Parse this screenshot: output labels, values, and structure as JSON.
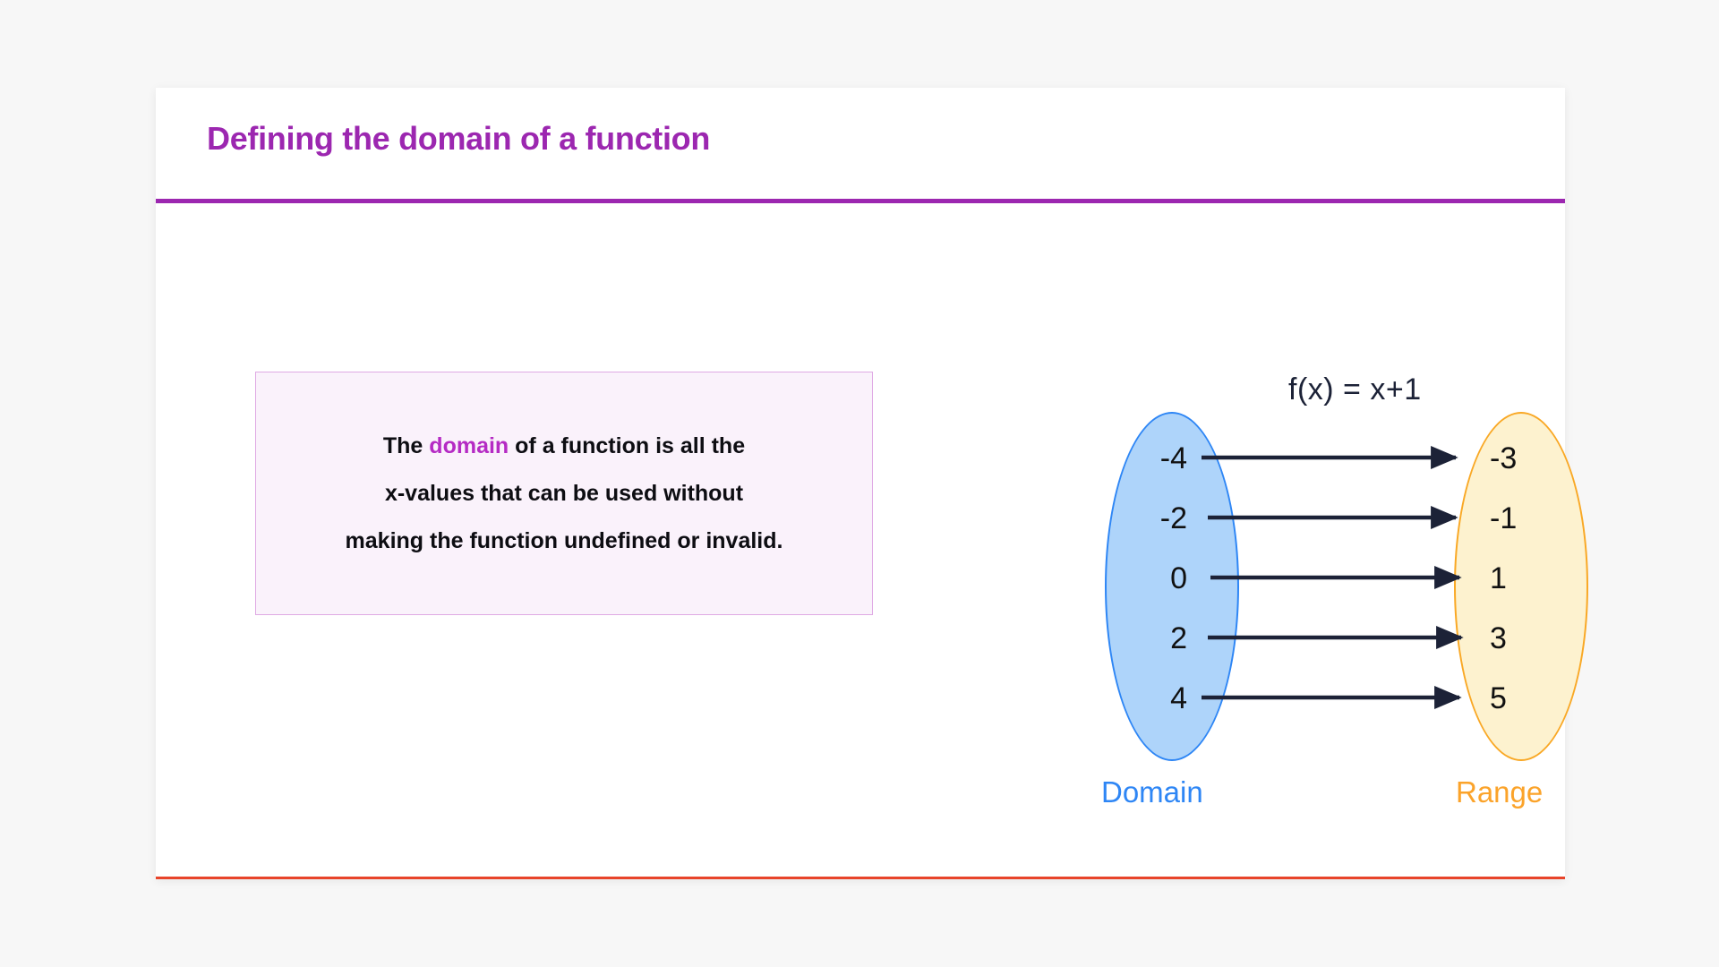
{
  "slide": {
    "title": "Defining the domain of a function",
    "title_color": "#9c27b0",
    "accent_rule_color": "#9c27b0",
    "bottom_rule_color": "#e8442a",
    "card_background": "#ffffff",
    "page_background": "#f7f7f7"
  },
  "definition": {
    "lines": [
      {
        "pre": "The ",
        "keyword": "domain",
        "post": " of a function is all the"
      },
      {
        "pre": "",
        "keyword": "",
        "post": "x-values that can be used without"
      },
      {
        "pre": "",
        "keyword": "",
        "post": "making the function undefined or invalid."
      }
    ],
    "keyword_color": "#b52bc4",
    "text_color": "#0d0d12",
    "box_background": "#faf2fb",
    "box_border_color": "#dfa9e4"
  },
  "diagram": {
    "function_label": "f(x) = x+1",
    "function_label_color": "#1c2237",
    "arrow_color": "#1c2237",
    "domain": {
      "label": "Domain",
      "label_color": "#2e86f5",
      "fill": "#aed4fa",
      "stroke": "#2e86f5",
      "values": [
        "-4",
        "-2",
        "0",
        "2",
        "4"
      ]
    },
    "range": {
      "label": "Range",
      "label_color": "#fba32a",
      "fill": "#fdf2cf",
      "stroke": "#f9a825",
      "values": [
        "-3",
        "-1",
        "1",
        "3",
        "5"
      ]
    },
    "mappings": [
      {
        "from": "-4",
        "to": "-3"
      },
      {
        "from": "-2",
        "to": "-1"
      },
      {
        "from": "0",
        "to": "1"
      },
      {
        "from": "2",
        "to": "3"
      },
      {
        "from": "4",
        "to": "5"
      }
    ]
  }
}
